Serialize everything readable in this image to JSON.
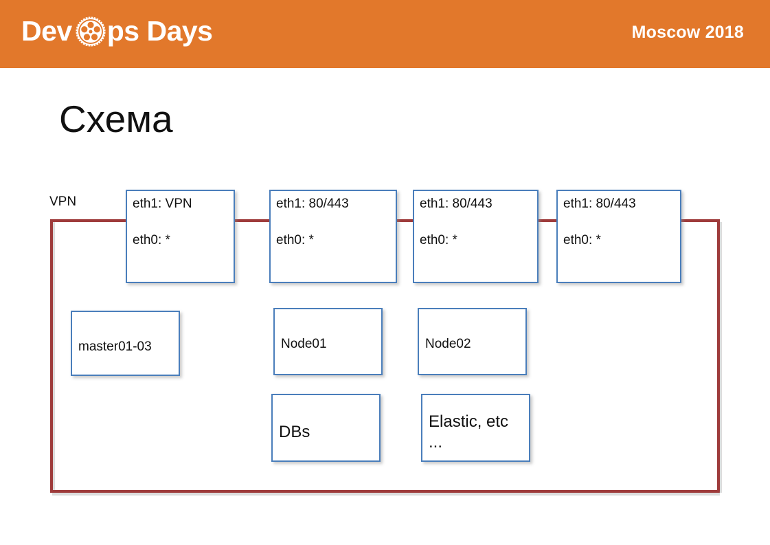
{
  "header": {
    "brand_left": "Dev",
    "brand_right": "ps Days",
    "gear_icon": "gear-icon",
    "event": "Moscow 2018",
    "background_color": "#e2782b",
    "text_color": "#ffffff"
  },
  "title": "Схема",
  "diagram": {
    "wire_color": "#9e3b3b",
    "box_border_color": "#4a7ebb",
    "vpn_label": "VPN",
    "interface_boxes": [
      {
        "line1": "eth1: VPN",
        "line2": "eth0: *"
      },
      {
        "line1": "eth1: 80/443",
        "line2": "eth0: *"
      },
      {
        "line1": "eth1: 80/443",
        "line2": "eth0: *"
      },
      {
        "line1": "eth1: 80/443",
        "line2": "eth0: *"
      }
    ],
    "host_boxes": [
      {
        "caption": "master01-03"
      },
      {
        "caption": "Node01"
      },
      {
        "caption": "Node02"
      },
      {
        "caption": "DBs"
      }
    ],
    "service_box": {
      "line1": "Elastic, etc",
      "line2": "..."
    }
  }
}
